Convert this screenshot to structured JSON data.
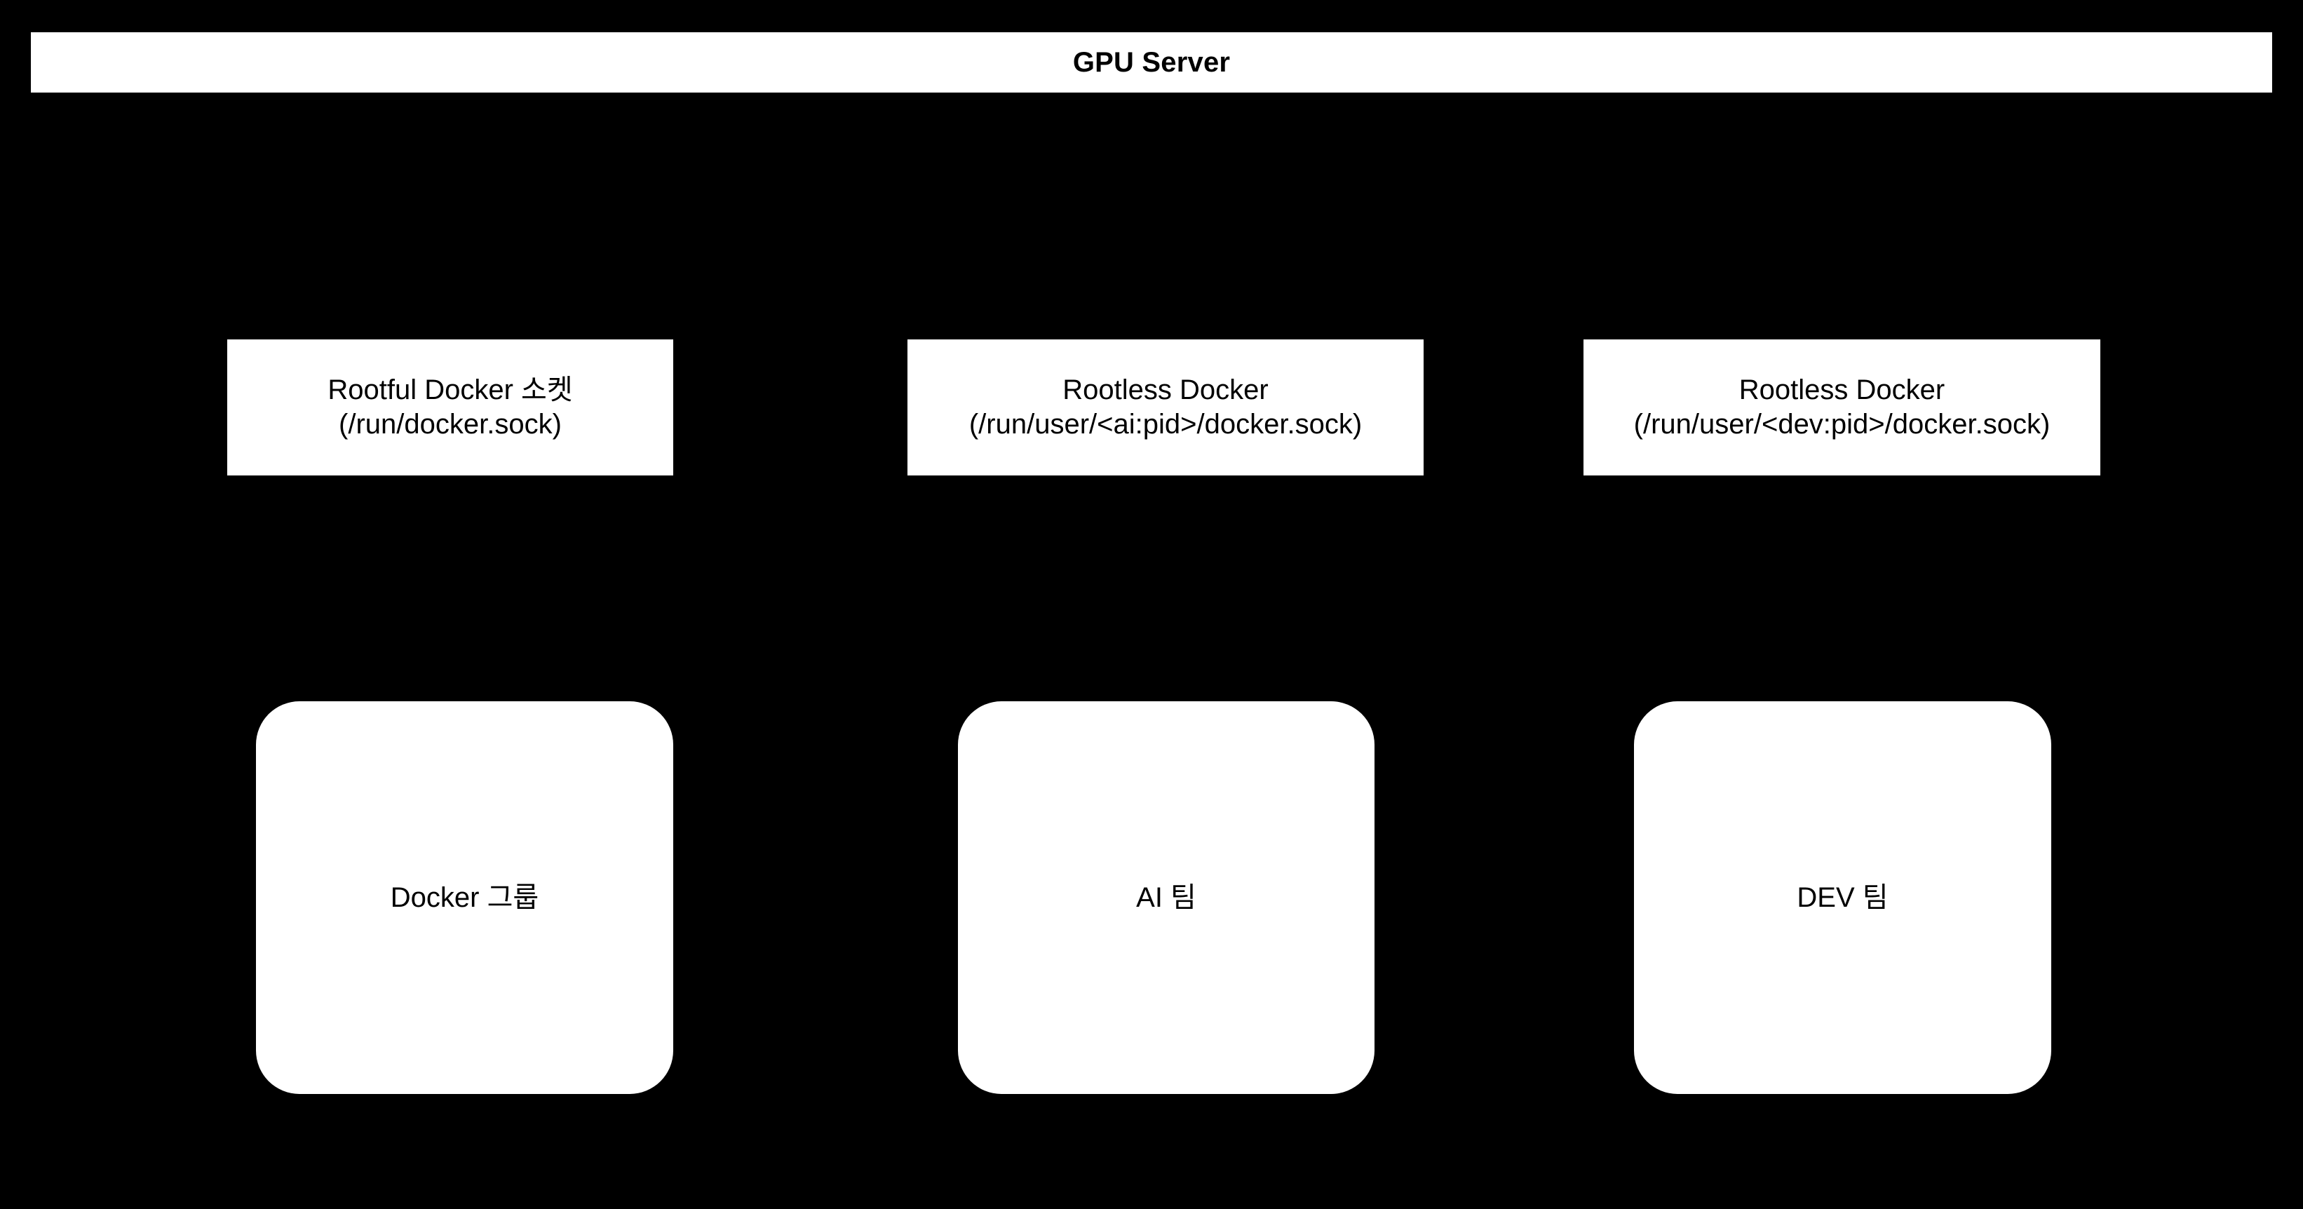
{
  "diagram": {
    "background_color": "#000000",
    "shape_fill_color": "#ffffff",
    "text_color": "#000000",
    "header": {
      "title": "GPU Server"
    },
    "socket_boxes": [
      {
        "id": "rootful-docker-socket",
        "line1": "Rootful Docker 소켓",
        "line2": "(/run/docker.sock)"
      },
      {
        "id": "rootless-docker-ai",
        "line1": "Rootless Docker",
        "line2": "(/run/user/<ai:pid>/docker.sock)"
      },
      {
        "id": "rootless-docker-dev",
        "line1": "Rootless Docker",
        "line2": "(/run/user/<dev:pid>/docker.sock)"
      }
    ],
    "team_boxes": [
      {
        "id": "docker-group",
        "label": "Docker 그룹"
      },
      {
        "id": "ai-team",
        "label": "AI 팀"
      },
      {
        "id": "dev-team",
        "label": "DEV 팀"
      }
    ]
  }
}
